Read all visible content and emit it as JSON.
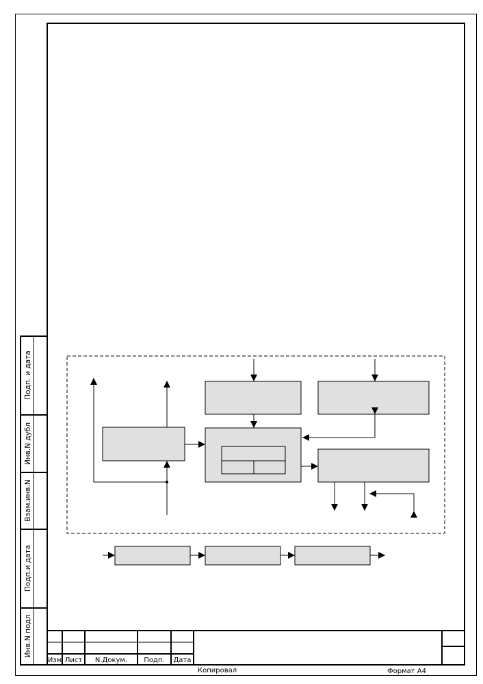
{
  "sidebar": {
    "fields": [
      "Подп. и дата",
      "Инв.N дубл",
      "Взам.инв.N",
      "Подп.и дата",
      "Инв.N подл"
    ]
  },
  "title_block": {
    "columns": [
      "Изм",
      "Лист",
      "N.Докум.",
      "Подп.",
      "Дата"
    ],
    "copied_label": "Копировал",
    "format_label": "Формат A4"
  }
}
